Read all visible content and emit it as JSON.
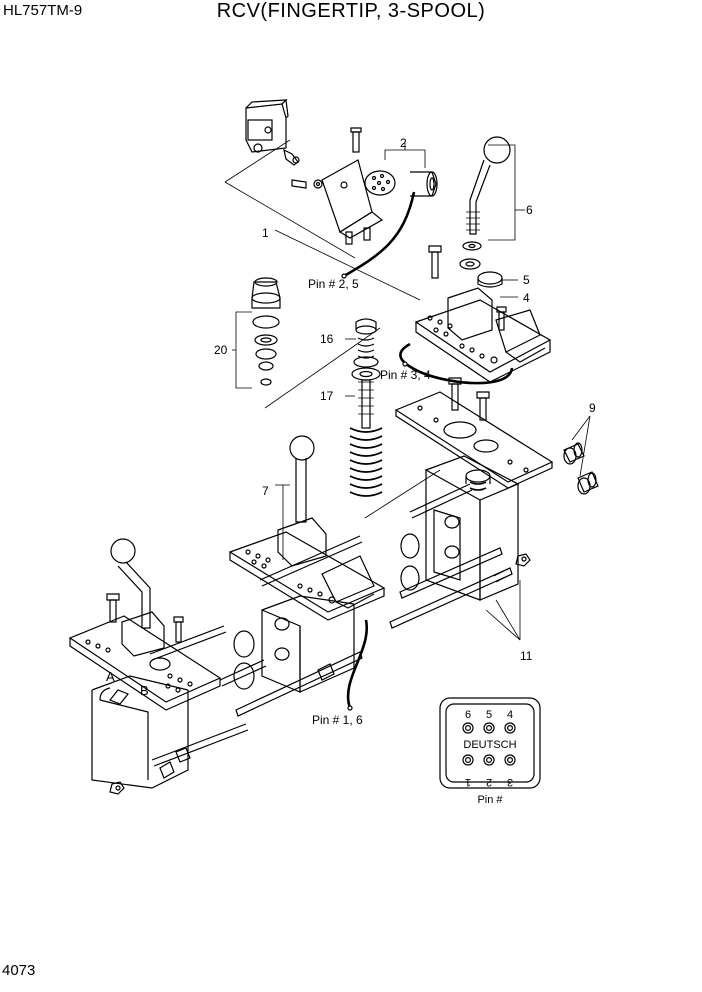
{
  "header": {
    "model": "HL757TM-9",
    "title": "RCV(FINGERTIP, 3-SPOOL)"
  },
  "footer": {
    "page_number": "4073"
  },
  "callouts": {
    "c1": "1",
    "c2": "2",
    "c4": "4",
    "c5": "5",
    "c6": "6",
    "c7": "7",
    "c9": "9",
    "c11": "11",
    "c16": "16",
    "c17": "17",
    "c20": "20"
  },
  "labels": {
    "pin_2_5": "Pin # 2, 5",
    "pin_3_4": "Pin # 3, 4",
    "pin_1_6": "Pin # 1, 6",
    "connector_a": "A",
    "connector_b": "B"
  },
  "deutsch": {
    "name": "DEUTSCH",
    "top_pins": [
      "6",
      "5",
      "4"
    ],
    "bottom_pins": [
      "1",
      "2",
      "3"
    ],
    "caption": "Pin #"
  }
}
